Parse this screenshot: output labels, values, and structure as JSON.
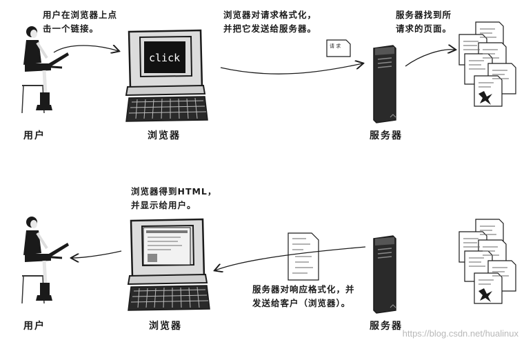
{
  "step1": {
    "user_caption": [
      "用户在浏览器上点",
      "击一个链接。"
    ],
    "browser_caption": [
      "浏览器对请求格式化，",
      "并把它发送给服务器。"
    ],
    "server_caption": [
      "服务器找到所",
      "请求的页面。"
    ],
    "screen_text": "click",
    "request_doc_text": "请 求",
    "labels": {
      "user": "用户",
      "browser": "浏览器",
      "server": "服务器"
    }
  },
  "step2": {
    "browser_caption": [
      "浏览器得到HTML，",
      "并显示给用户。"
    ],
    "server_caption": [
      "服务器对响应格式化，并",
      "发送给客户（浏览器）。"
    ],
    "labels": {
      "user": "用户",
      "browser": "浏览器",
      "server": "服务器"
    }
  },
  "watermark": "https://blog.csdn.net/hualinux",
  "colors": {
    "ink": "#1a1a1a",
    "screen": "#111111",
    "paper": "#ffffff"
  }
}
